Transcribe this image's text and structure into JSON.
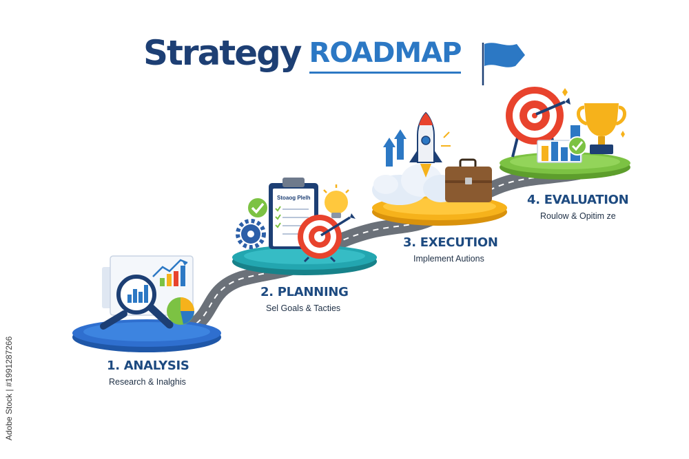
{
  "header": {
    "title_word1": "Strategy",
    "title_word2": "ROADMAP"
  },
  "steps": [
    {
      "title": "1. ANALYSIS",
      "subtitle": "Research & Inalghis",
      "icons": [
        "document-icon",
        "magnifier-icon",
        "bar-chart-icon",
        "pie-chart-icon",
        "line-chart-icon"
      ]
    },
    {
      "title": "2. PLANNING",
      "subtitle": "Sel Goals & Tacties",
      "clipboard_text": "Stoaog Plelh",
      "icons": [
        "clipboard-icon",
        "gear-icon",
        "checkmark-icon",
        "lightbulb-icon",
        "target-icon"
      ]
    },
    {
      "title": "3. EXECUTION",
      "subtitle": "Implement Autions",
      "icons": [
        "rocket-icon",
        "up-arrows-icon",
        "briefcase-icon",
        "cloud-icon"
      ]
    },
    {
      "title": "4. EVALUATION",
      "subtitle": "Roulow & Opitim ze",
      "icons": [
        "target-icon",
        "bar-chart-icon",
        "checkmark-icon",
        "trophy-icon"
      ]
    }
  ],
  "colors": {
    "navy": "#1d3f74",
    "accent_blue": "#2c78c4",
    "platform_1": "#2f6fcf",
    "platform_2": "#23a6b0",
    "platform_3": "#f6b21b",
    "platform_4": "#7cc243",
    "road": "#6f757d",
    "target_red": "#e8432d"
  },
  "credit": "Adobe Stock | #1991287266"
}
